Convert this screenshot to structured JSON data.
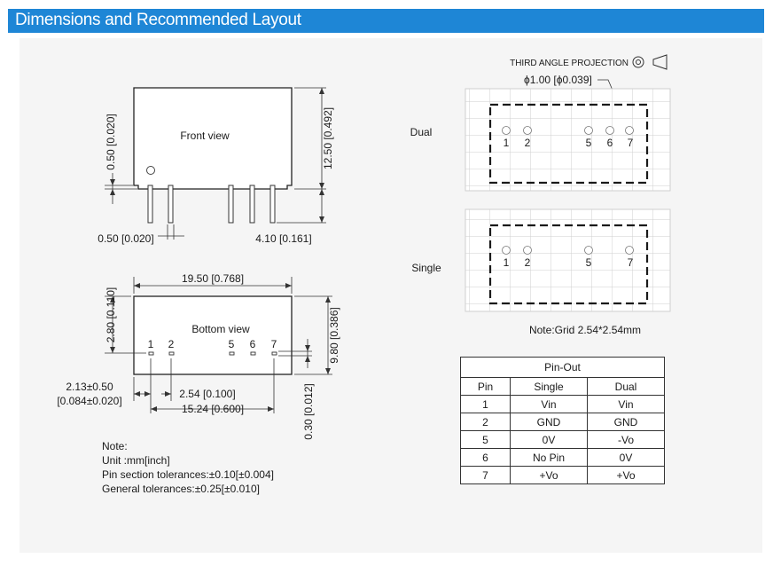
{
  "header": {
    "title": "Dimensions and Recommended Layout"
  },
  "front_view": {
    "label": "Front view",
    "dim_height": "12.50 [0.492]",
    "dim_standoff": "0.50 [0.020]",
    "dim_pin_width": "0.50 [0.020]",
    "dim_pin_length": "4.10 [0.161]"
  },
  "bottom_view": {
    "label": "Bottom view",
    "pin_numbers": [
      "1",
      "2",
      "5",
      "6",
      "7"
    ],
    "dim_length": "19.50 [0.768]",
    "dim_depth": "9.80 [0.386]",
    "dim_edge_offset": "2.80 [0.110]",
    "dim_first_pin_line1": "2.13±0.50",
    "dim_first_pin_line2": "[0.084±0.020]",
    "dim_pitch": "2.54 [0.100]",
    "dim_span": "15.24 [0.600]",
    "dim_pin_thickness": "0.30 [0.012]"
  },
  "layout": {
    "projection_label": "THIRD ANGLE PROJECTION",
    "hole_diameter": "ϕ1.00 [ϕ0.039]",
    "dual_label": "Dual",
    "dual_pins": [
      "1",
      "2",
      "5",
      "6",
      "7"
    ],
    "single_label": "Single",
    "single_pins": [
      "1",
      "2",
      "5",
      "7"
    ],
    "grid_note": "Note:Grid 2.54*2.54mm"
  },
  "notes": {
    "title": "Note:",
    "unit": "Unit :mm[inch]",
    "pin_tolerance": "Pin section tolerances:±0.10[±0.004]",
    "general_tolerance": "General tolerances:±0.25[±0.010]"
  },
  "pinout": {
    "title": "Pin-Out",
    "headers": [
      "Pin",
      "Single",
      "Dual"
    ],
    "rows": [
      [
        "1",
        "Vin",
        "Vin"
      ],
      [
        "2",
        "GND",
        "GND"
      ],
      [
        "5",
        "0V",
        "-Vo"
      ],
      [
        "6",
        "No Pin",
        "0V"
      ],
      [
        "7",
        "+Vo",
        "+Vo"
      ]
    ]
  }
}
